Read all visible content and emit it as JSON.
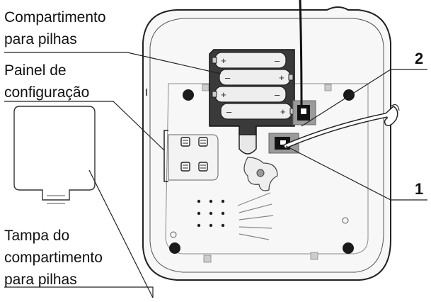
{
  "labels": {
    "battery_compartment": [
      "Compartimento",
      "para pilhas"
    ],
    "config_panel": [
      "Painel de",
      "configuração"
    ],
    "battery_cover": [
      "Tampa do",
      "compartimento",
      "para pilhas"
    ],
    "callout_1": "1",
    "callout_2": "2"
  },
  "batteries": [
    {
      "left": "+",
      "right": "–"
    },
    {
      "left": "–",
      "right": "+"
    },
    {
      "left": "+",
      "right": "–"
    },
    {
      "left": "–",
      "right": "+"
    }
  ],
  "colors": {
    "stroke": "#222222",
    "device_fill": "#f7f7f7",
    "panel_fill": "#e4e4e4",
    "battery_fill": "#eeeeee",
    "dark": "#1a1a1a"
  }
}
